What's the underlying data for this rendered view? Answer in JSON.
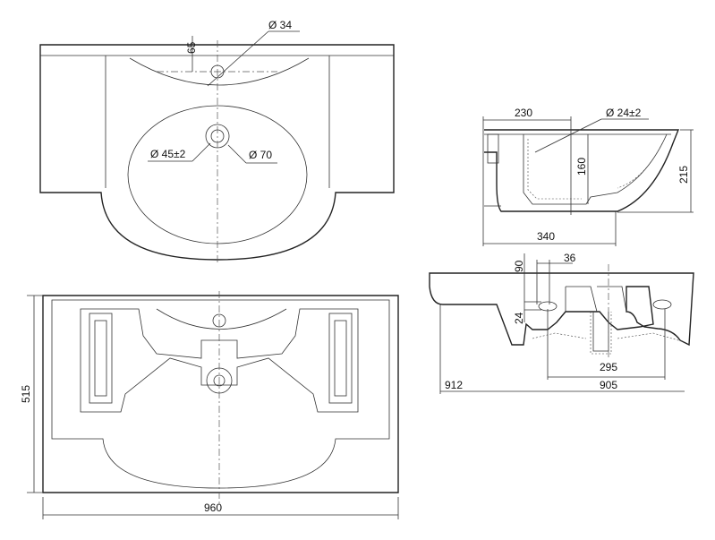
{
  "top_view": {
    "dim_faucet_hole": "Ø 34",
    "dim_faucet_offset": "65",
    "dim_drain": "Ø 45±2",
    "dim_drain_outer": "Ø 70"
  },
  "bottom_view": {
    "dim_depth": "515",
    "dim_width": "960"
  },
  "side_section": {
    "dim_drain_offset": "230",
    "dim_overflow": "Ø 24±2",
    "dim_bowl_depth": "160",
    "dim_height": "215",
    "dim_projection": "340"
  },
  "front_view": {
    "dim_mount_height": "90",
    "dim_mount_spacing": "36",
    "dim_slot": "24",
    "dim_inner": "295",
    "dim_mount_width": "905",
    "dim_total": "912"
  }
}
